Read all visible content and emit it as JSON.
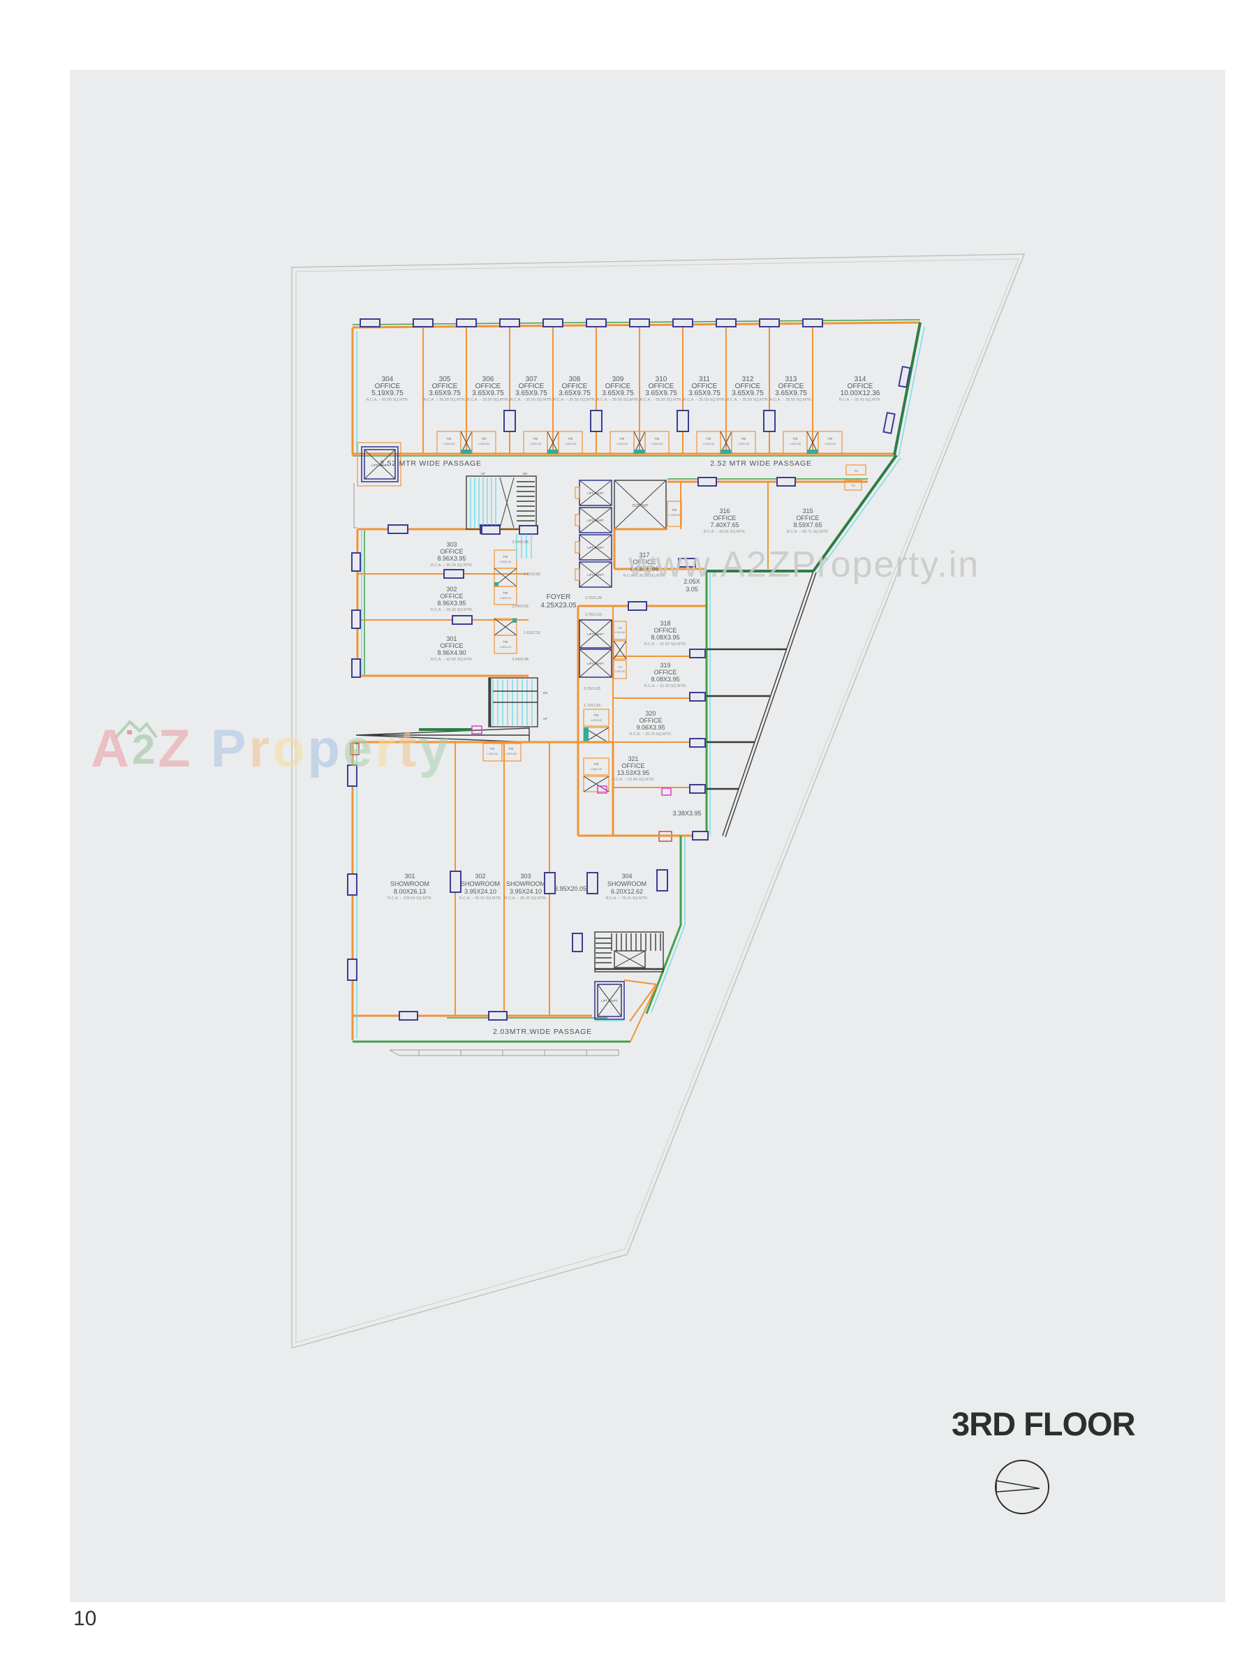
{
  "page": {
    "number": "10",
    "title": "3RD FLOOR"
  },
  "watermark": {
    "a": "A",
    "two": "2",
    "z": "Z",
    "property": [
      "P",
      "r",
      "o",
      "p",
      "e",
      "r",
      "t",
      "y"
    ],
    "url": "www.A2ZProperty.in"
  },
  "passages": {
    "top_left": "2.52 MTR WIDE PASSAGE",
    "top_right": "2.52 MTR WIDE PASSAGE",
    "bottom": "2.03MTR.WIDE PASSAGE"
  },
  "labels": {
    "lift_shaft": "LIFT SHAFT",
    "toi": "TOI",
    "duct": "DUCT",
    "cut_out": "CUT OUT",
    "up": "UP",
    "dn": "DN",
    "foyer": "FOYER",
    "foyer_size": "4.25X23.05"
  },
  "dims": {
    "toi_a": "1.22X1.52",
    "toi_b": "1.52X1.22",
    "toi_c": "2.2X1.52",
    "toi_d": "1.22X2.32",
    "d_205": "2.05X",
    "d_305": "3.05",
    "d_338": "3.38X3.95",
    "d_395": "3.95X20.05",
    "small": [
      "3.24X2.88",
      "3.24X2.65",
      "3.24X2.48",
      "1.62X3.65",
      "1.62X2.32",
      "2.70X1.26",
      "2.70X1.53",
      "0.70X1.83",
      "1.72X1.83"
    ]
  },
  "units": {
    "offices_top": [
      {
        "number": "304",
        "type": "OFFICE",
        "size": "5.19X9.75",
        "rca": "R.C.A. :- 50.60 SQ.MTR."
      },
      {
        "number": "305",
        "type": "OFFICE",
        "size": "3.65X9.75",
        "rca": "R.C.A. :- 35.59 SQ.MTR."
      },
      {
        "number": "306",
        "type": "OFFICE",
        "size": "3.65X9.75",
        "rca": "R.C.A. :- 35.59 SQ.MTR."
      },
      {
        "number": "307",
        "type": "OFFICE",
        "size": "3.65X9.75",
        "rca": "R.C.A. :- 35.59 SQ.MTR."
      },
      {
        "number": "308",
        "type": "OFFICE",
        "size": "3.65X9.75",
        "rca": "R.C.A. :- 35.59 SQ.MTR."
      },
      {
        "number": "309",
        "type": "OFFICE",
        "size": "3.65X9.75",
        "rca": "R.C.A. :- 35.59 SQ.MTR."
      },
      {
        "number": "310",
        "type": "OFFICE",
        "size": "3.65X9.75",
        "rca": "R.C.A. :- 35.59 SQ.MTR."
      },
      {
        "number": "311",
        "type": "OFFICE",
        "size": "3.65X9.75",
        "rca": "R.C.A. :- 35.59 SQ.MTR."
      },
      {
        "number": "312",
        "type": "OFFICE",
        "size": "3.65X9.75",
        "rca": "R.C.A. :- 35.59 SQ.MTR."
      },
      {
        "number": "313",
        "type": "OFFICE",
        "size": "3.65X9.75",
        "rca": "R.C.A. :- 35.59 SQ.MTR."
      },
      {
        "number": "314",
        "type": "OFFICE",
        "size": "10.00X12.36",
        "rca": "R.C.A. :- 91.43 SQ.MTR."
      }
    ],
    "offices_mid": [
      {
        "number": "303",
        "type": "OFFICE",
        "size": "8.96X3.95",
        "rca": "R.C.A. :- 35.39 SQ.MTR."
      },
      {
        "number": "302",
        "type": "OFFICE",
        "size": "8.96X3.95",
        "rca": "R.C.A. :- 35.39 SQ.MTR."
      },
      {
        "number": "301",
        "type": "OFFICE",
        "size": "8.96X4.90",
        "rca": "R.C.A. :- 43.90 SQ.MTR."
      },
      {
        "number": "317",
        "type": "OFFICE",
        "size": "6.03X5.96",
        "rca": "R.C.A. :- 35.94 SQ.MTR."
      },
      {
        "number": "316",
        "type": "OFFICE",
        "size": "7.40X7.65",
        "rca": "R.C.A. :- 56.61 SQ.MTR."
      },
      {
        "number": "315",
        "type": "OFFICE",
        "size": "8.59X7.65",
        "rca": "R.C.A. :- 65.71 SQ.MTR."
      },
      {
        "number": "318",
        "type": "OFFICE",
        "size": "8.08X3.95",
        "rca": "R.C.A. :- 31.92 SQ.MTR."
      },
      {
        "number": "319",
        "type": "OFFICE",
        "size": "8.08X3.95",
        "rca": "R.C.A. :- 31.92 SQ.MTR."
      },
      {
        "number": "320",
        "type": "OFFICE",
        "size": "9.06X3.95",
        "rca": "R.C.A. :- 35.79 SQ.MTR."
      },
      {
        "number": "321",
        "type": "OFFICE",
        "size": "13.53X3.95",
        "rca": "R.C.A. :- 53.44 SQ.MTR."
      }
    ],
    "showrooms": [
      {
        "number": "301",
        "type": "SHOWROOM",
        "size": "8.00X26.13",
        "rca": "R.C.A. :- 209.04 SQ.MTR."
      },
      {
        "number": "302",
        "type": "SHOWROOM",
        "size": "3.95X24.10",
        "rca": "R.C.A. :- 95.20 SQ.MTR."
      },
      {
        "number": "303",
        "type": "SHOWROOM",
        "size": "3.95X24.10",
        "rca": "R.C.A. :- 95.20 SQ.MTR."
      },
      {
        "number": "304",
        "type": "SHOWROOM",
        "size": "6.20X12.62",
        "rca": "R.C.A. :- 78.24 SQ.MTR."
      }
    ]
  }
}
